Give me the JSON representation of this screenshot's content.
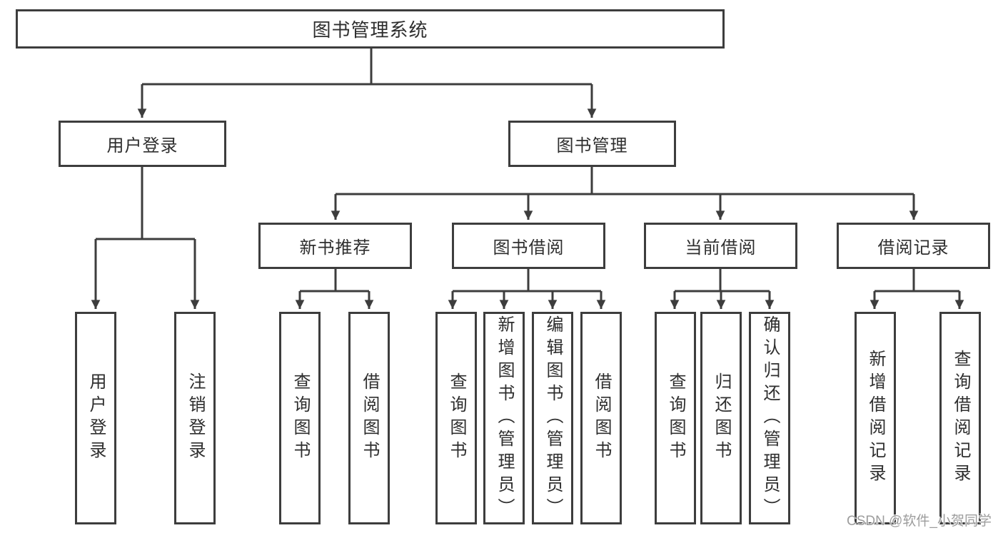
{
  "diagram": {
    "title": "图书管理系统",
    "branches": [
      {
        "label": "用户登录",
        "leaves": [
          "用户登录",
          "注销登录"
        ]
      },
      {
        "label": "图书管理",
        "sections": [
          {
            "label": "新书推荐",
            "leaves": [
              "查询图书",
              "借阅图书"
            ]
          },
          {
            "label": "图书借阅",
            "leaves": [
              "查询图书",
              "新增图书（管理员）",
              "编辑图书（管理员）",
              "借阅图书"
            ]
          },
          {
            "label": "当前借阅",
            "leaves": [
              "查询图书",
              "归还图书",
              "确认归还（管理员）"
            ]
          },
          {
            "label": "借阅记录",
            "leaves": [
              "新增借阅记录",
              "查询借阅记录"
            ]
          }
        ]
      }
    ]
  },
  "watermark": "CSDN @软件_小贺同学",
  "colors": {
    "line": "#3d3d3d",
    "text": "#2e2e2e",
    "watermark": "#9d9d9d"
  }
}
